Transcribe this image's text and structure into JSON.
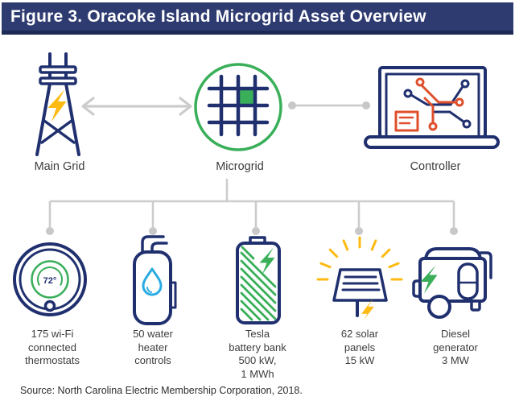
{
  "title": "Figure 3. Oracoke Island Microgrid Asset Overview",
  "top_row": {
    "main_grid": {
      "label": "Main Grid",
      "icon": "transmission-tower-icon"
    },
    "microgrid": {
      "label": "Microgrid",
      "icon": "microgrid-icon"
    },
    "controller": {
      "label": "Controller",
      "icon": "controller-laptop-icon"
    }
  },
  "connectors": {
    "grid_microgrid": "double-arrow",
    "microgrid_controller": "dot-line",
    "asset_tree_branches": 5
  },
  "assets": [
    {
      "label": "175 wi-Fi\nconnected\nthermostats",
      "icon": "thermostat-icon",
      "reading": "72°"
    },
    {
      "label": "50 water\nheater\ncontrols",
      "icon": "water-heater-icon"
    },
    {
      "label": "Tesla\nbattery bank\n500 kW,\n1 MWh",
      "icon": "battery-icon"
    },
    {
      "label": "62 solar\npanels\n15 kW",
      "icon": "solar-panel-icon"
    },
    {
      "label": "Diesel\ngenerator\n3 MW",
      "icon": "diesel-generator-icon"
    }
  ],
  "source": "Source: North Carolina Electric Membership Corporation, 2018.",
  "colors": {
    "title_bar": "#2e3b70",
    "title_bar_edge": "#1d2a55",
    "navy": "#20306f",
    "green": "#3aaf5a",
    "yellow": "#fdba12",
    "orange": "#df4f2b",
    "light_blue": "#29abe2",
    "connector_gray": "#cccccc",
    "label_text": "#3d3d3d"
  }
}
